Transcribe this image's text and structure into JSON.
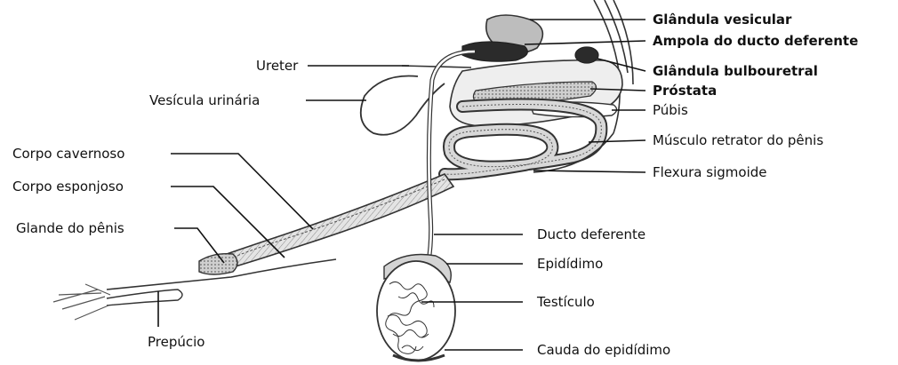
{
  "labels": {
    "glandula_vesicular": "Glândula vesicular",
    "ampola": "Ampola do ducto deferente",
    "glandula_bulbouretral": "Glândula bulbouretral",
    "prostata": "Próstata",
    "pubis": "Púbis",
    "musculo_retrator": "Músculo retrator do pênis",
    "flexura_sigmoide": "Flexura sigmoide",
    "ureter": "Ureter",
    "vesicula_urinaria": "Vesícula urinária",
    "corpo_cavernoso": "Corpo cavernoso",
    "corpo_esponjoso": "Corpo esponjoso",
    "glande": "Glande do pênis",
    "ducto_deferente": "Ducto deferente",
    "epididimo": "Epidídimo",
    "testiculo": "Testículo",
    "cauda_epididimo": "Cauda do epidídimo",
    "prepucio": "Prepúcio"
  }
}
